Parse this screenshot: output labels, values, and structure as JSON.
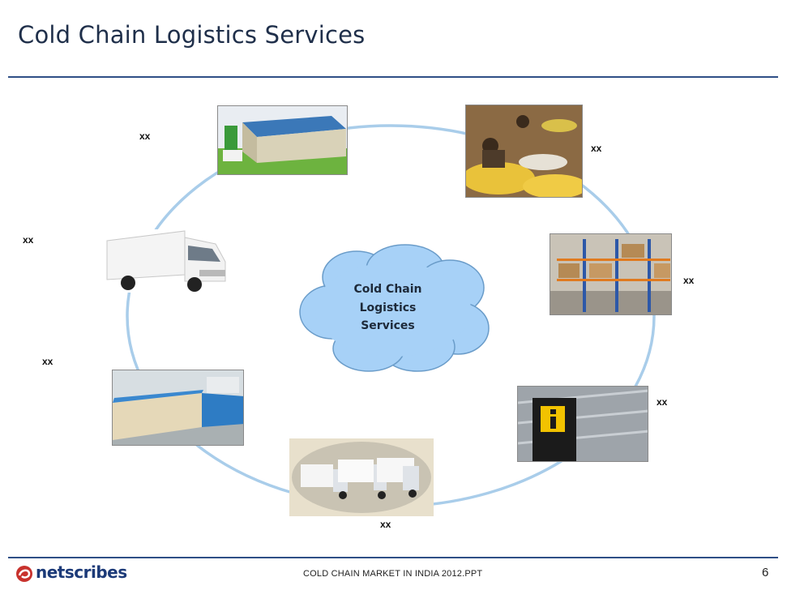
{
  "slide": {
    "title": "Cold Chain Logistics Services",
    "accent_color": "#2f4f86",
    "ring_color": "#a9cdea",
    "cloud_color": "#a7d1f7"
  },
  "center": {
    "lines": [
      "Cold Chain",
      "Logistics",
      "Services"
    ]
  },
  "nodes": [
    {
      "id": "warehouse-building",
      "label": "xx"
    },
    {
      "id": "farm-produce",
      "label": "xx"
    },
    {
      "id": "warehouse-racks",
      "label": "xx"
    },
    {
      "id": "information-sign",
      "label": "xx"
    },
    {
      "id": "truck-fleet",
      "label": "xx"
    },
    {
      "id": "cold-storage-room",
      "label": "xx"
    },
    {
      "id": "reefer-truck",
      "label": "xx"
    }
  ],
  "footer": {
    "logo_text": "netscribes",
    "center_text": "COLD CHAIN MARKET IN INDIA 2012.PPT",
    "page_number": "6"
  }
}
